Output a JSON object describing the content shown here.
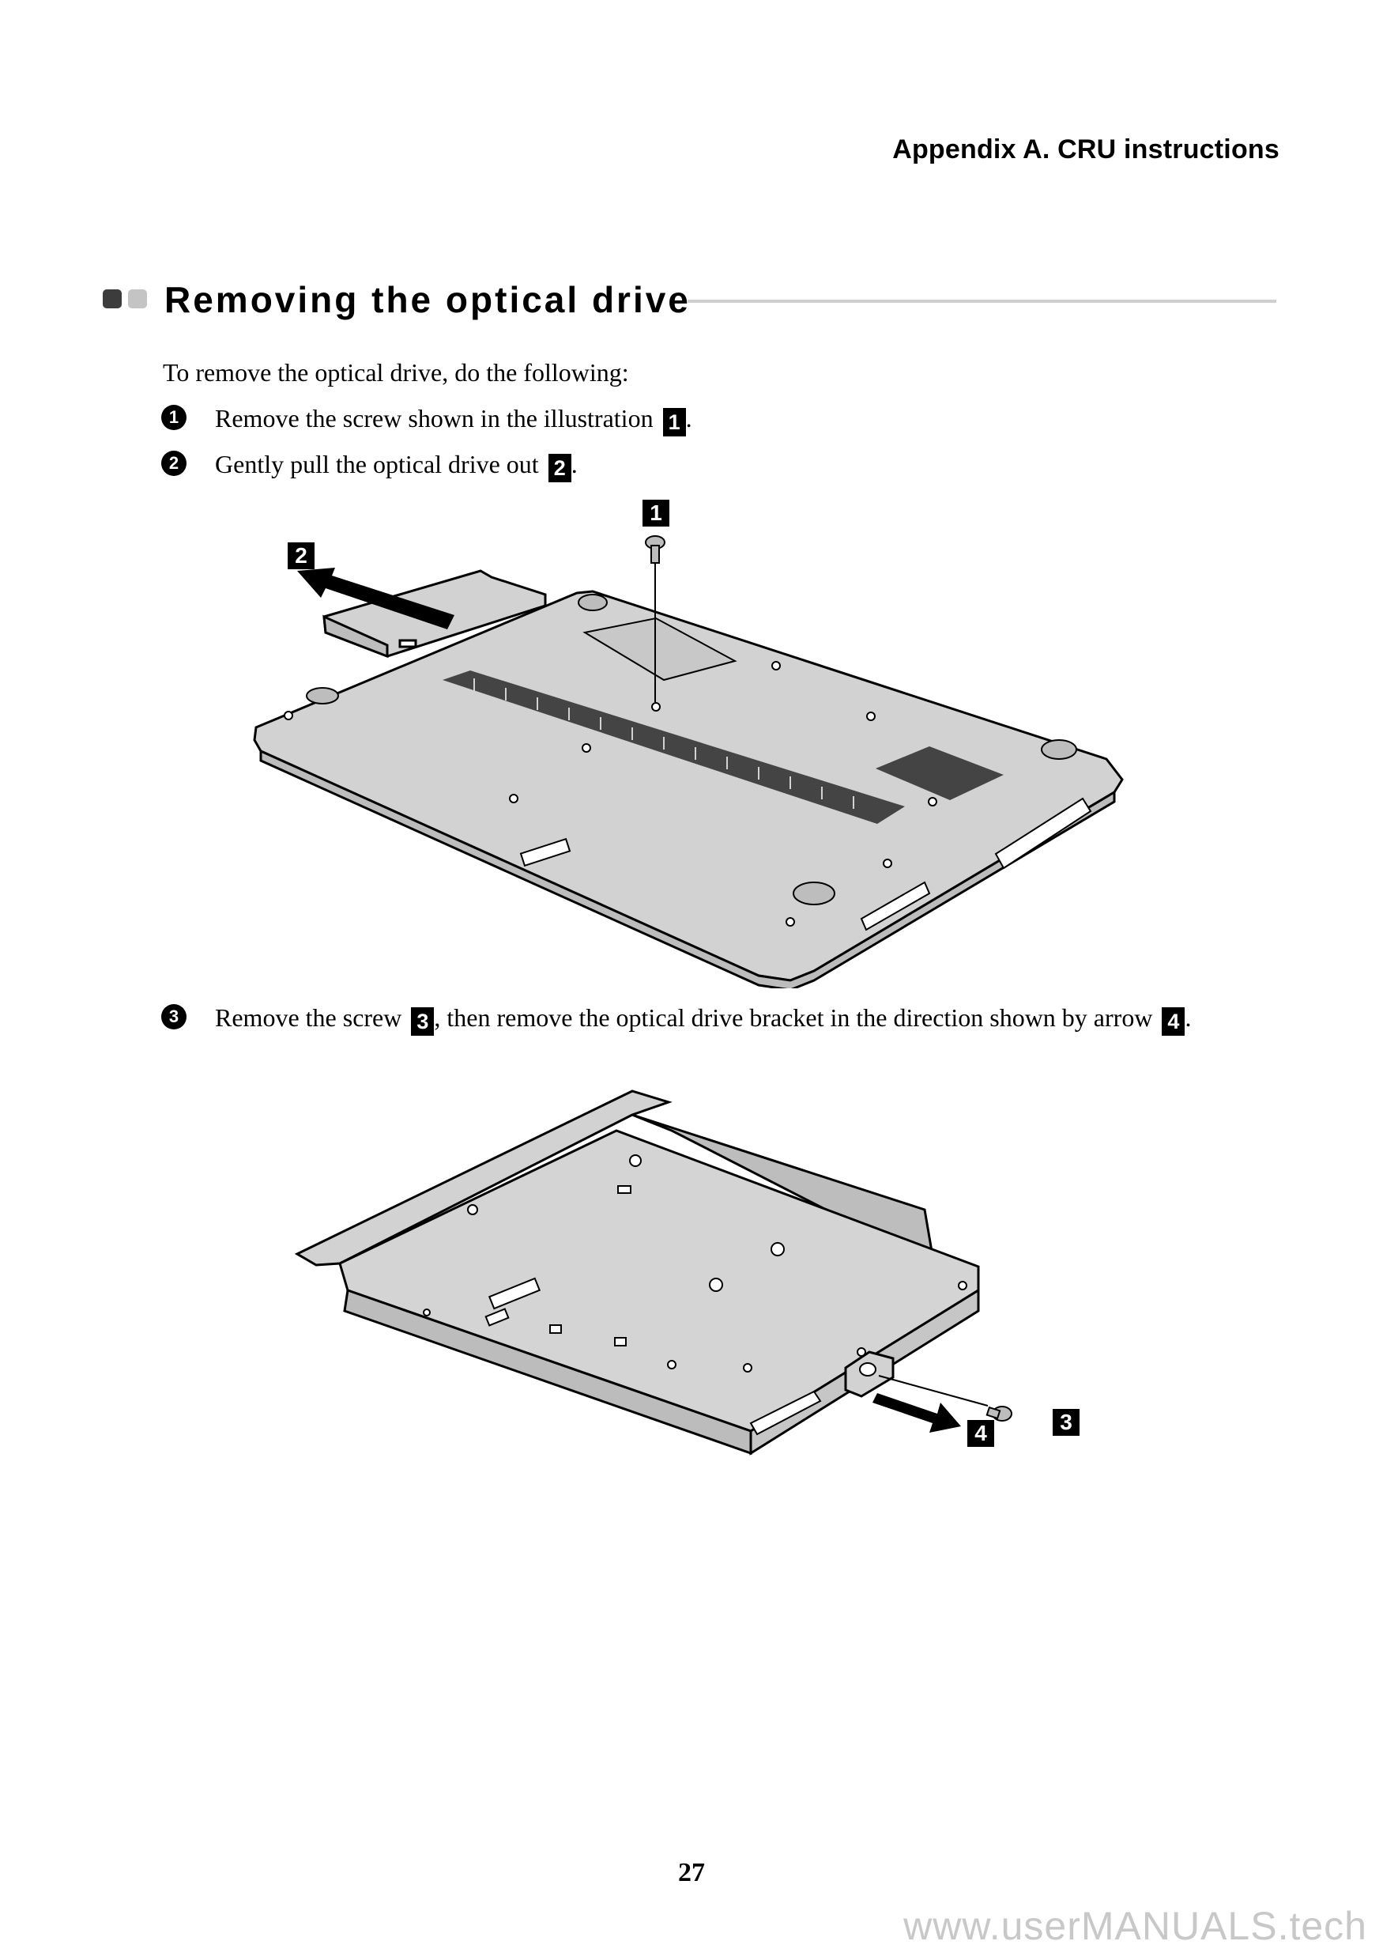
{
  "header": {
    "running_title": "Appendix A. CRU instructions"
  },
  "section": {
    "title": "Removing the optical drive"
  },
  "intro": "To remove the optical drive, do the following:",
  "steps": [
    {
      "number": "1",
      "text": "Remove the screw shown in the illustration",
      "badge": "1",
      "suffix": "."
    },
    {
      "number": "2",
      "text": "Gently pull the optical drive out",
      "badge": "2",
      "suffix": "."
    },
    {
      "number": "3",
      "text_a": "Remove the screw",
      "badge_a": "3",
      "text_b": ", then remove the optical drive bracket in the direction shown by arrow",
      "badge_b": "4",
      "suffix": "."
    }
  ],
  "figure1": {
    "labels": [
      "1",
      "2"
    ]
  },
  "figure2": {
    "labels": [
      "3",
      "4"
    ]
  },
  "page_number": "27",
  "watermark": "www.userMANUALS.tech"
}
